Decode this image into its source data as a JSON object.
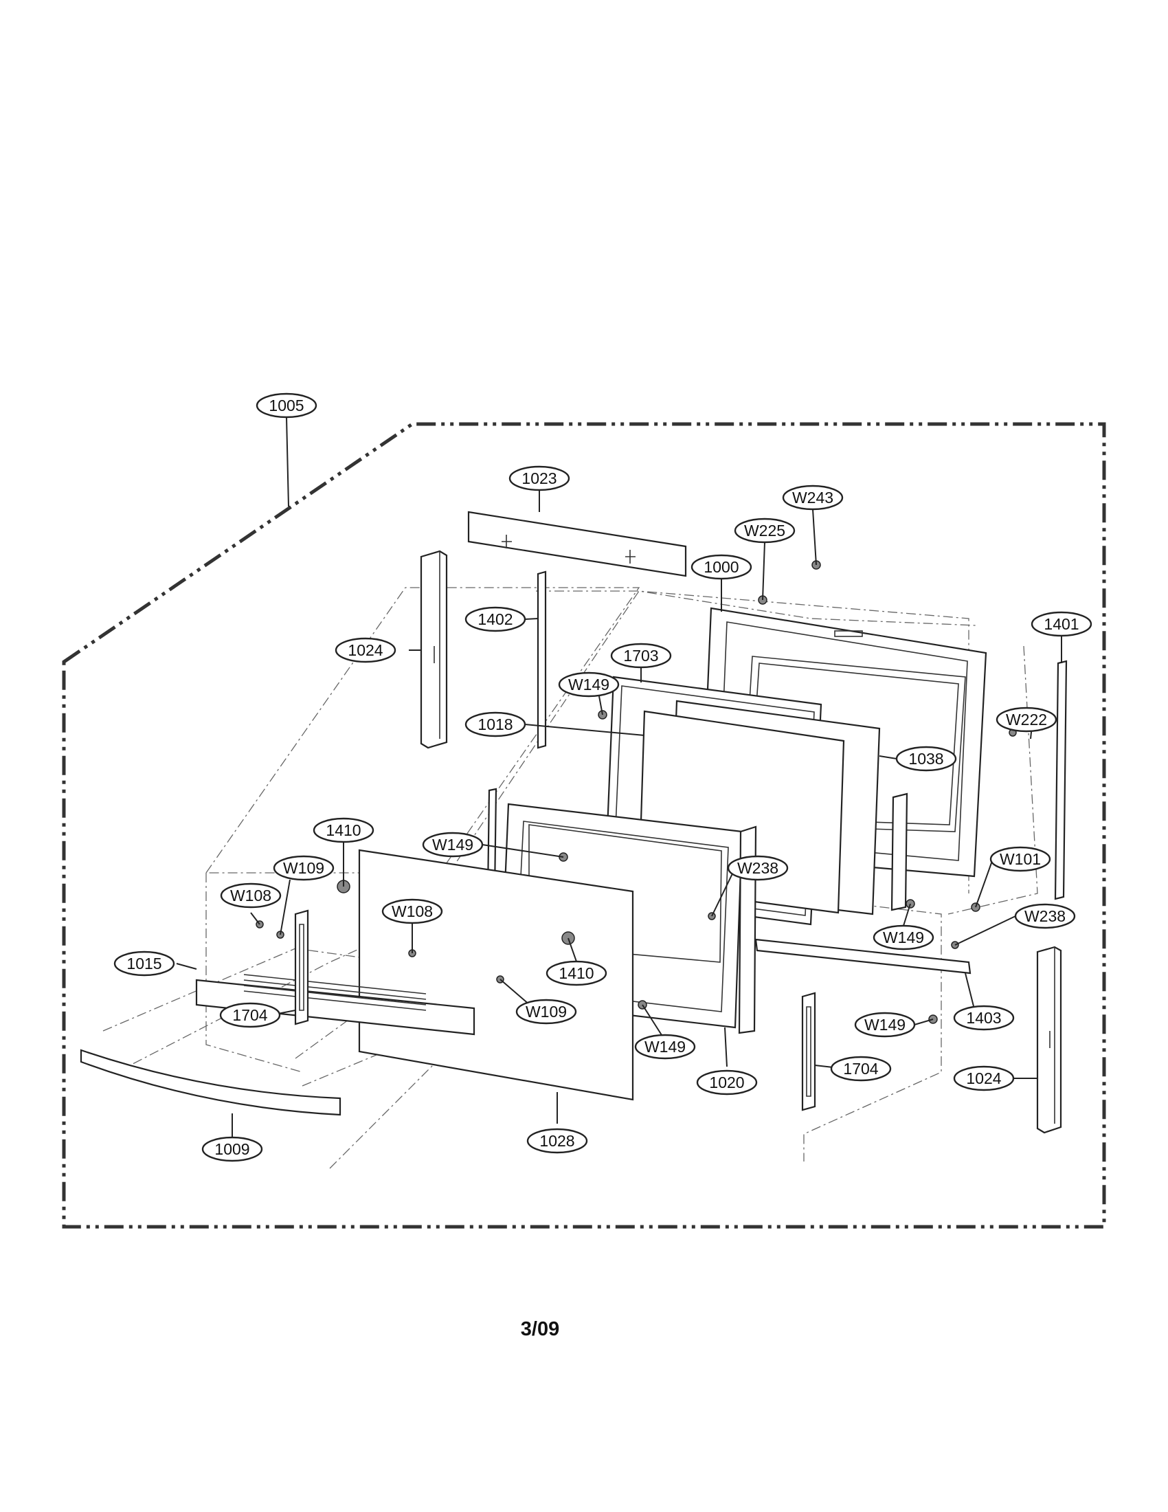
{
  "diagram": {
    "part_numbers": {
      "p1005": "1005",
      "p1023": "1023",
      "w243": "W243",
      "w225": "W225",
      "p1000": "1000",
      "p1402": "1402",
      "p1401": "1401",
      "p1024_left": "1024",
      "p1703": "1703",
      "w149_upper": "W149",
      "w222": "W222",
      "p1018": "1018",
      "p1038": "1038",
      "p1410_left": "1410",
      "w149_mid": "W149",
      "w109_left": "W109",
      "w238_center": "W238",
      "w101": "W101",
      "w108_left": "W108",
      "w108_center": "W108",
      "w238_right": "W238",
      "w149_right": "W149",
      "p1015": "1015",
      "p1410_center": "1410",
      "w109_center": "W109",
      "p1704_left": "1704",
      "p1403": "1403",
      "w149_lower_right": "W149",
      "w149_bottom": "W149",
      "p1704_right": "1704",
      "p1024_right": "1024",
      "p1020": "1020",
      "p1009": "1009",
      "p1028": "1028"
    },
    "page_label": "3/09"
  }
}
